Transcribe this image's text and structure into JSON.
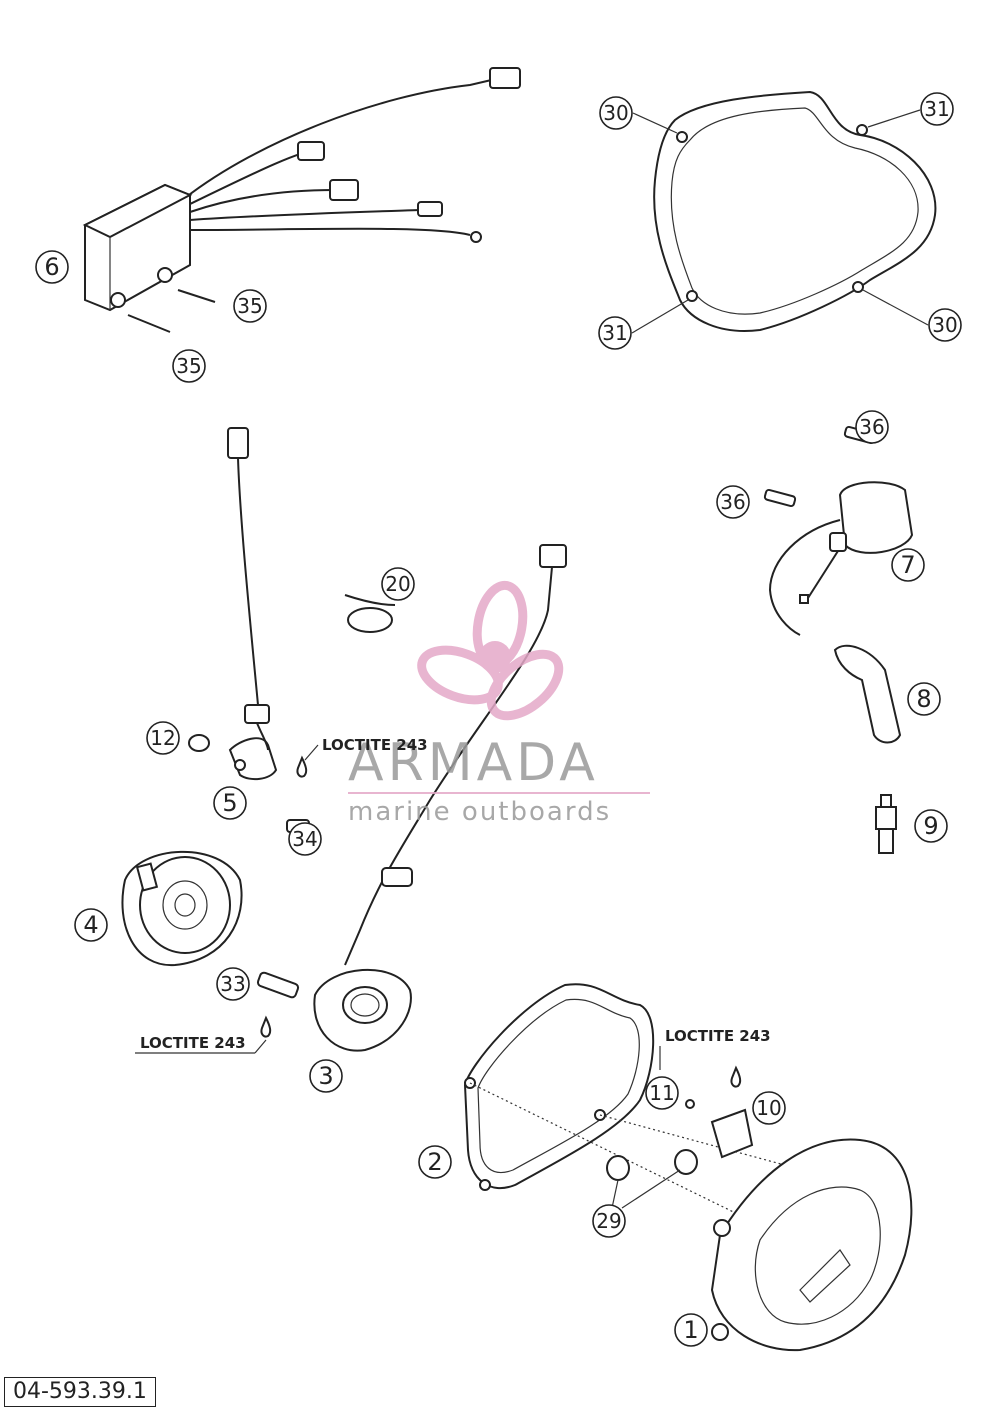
{
  "callouts": {
    "c1": "1",
    "c2": "2",
    "c3": "3",
    "c4": "4",
    "c5": "5",
    "c6": "6",
    "c7": "7",
    "c8": "8",
    "c9": "9",
    "c10": "10",
    "c11": "11",
    "c12": "12",
    "c20": "20",
    "c29": "29",
    "c30": "30",
    "c31": "31",
    "c33": "33",
    "c34": "34",
    "c35": "35",
    "c36": "36"
  },
  "notes": {
    "loctite": "LOCTITE 243"
  },
  "watermark": {
    "brand": "ARMADA",
    "tagline": "marine outboards",
    "logo_color": "#e4a9c8"
  },
  "diagram_ref": "04-593.39.1"
}
